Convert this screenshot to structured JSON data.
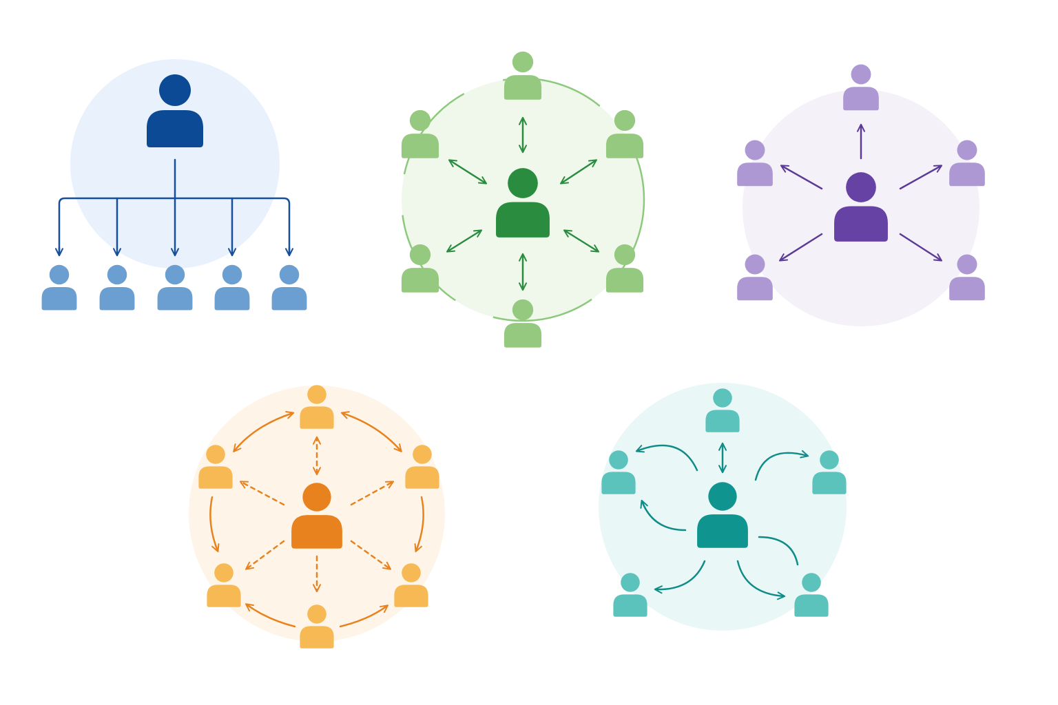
{
  "diagrams": [
    {
      "id": "hierarchy",
      "name": "top-down-hierarchy-diagram",
      "colors": {
        "bg": "#e9f2fc",
        "center": "#0d4a96",
        "member": "#6b9fd1",
        "arrow": "#154f9c"
      },
      "member_count": 5,
      "arrow_style": "one-way-down"
    },
    {
      "id": "hub-two-way",
      "name": "two-way-hub-diagram",
      "colors": {
        "bg": "#f0f8ec",
        "center": "#2a8c3e",
        "member": "#95c97f",
        "arrow": "#2a8c3e",
        "ring": "#8cc97c"
      },
      "member_count": 6,
      "arrow_style": "bidirectional-solid"
    },
    {
      "id": "broadcast",
      "name": "one-way-broadcast-diagram",
      "colors": {
        "bg": "#f4f1f9",
        "center": "#6742a5",
        "member": "#ae98d3",
        "arrow": "#5b3b98"
      },
      "member_count": 5,
      "arrow_style": "one-way-out"
    },
    {
      "id": "all-channel",
      "name": "all-channel-network-diagram",
      "colors": {
        "bg": "#fef5e8",
        "center": "#e8821f",
        "member": "#f7b954",
        "arrow": "#e8821f"
      },
      "member_count": 6,
      "arrow_style": "dashed-hub-and-ring"
    },
    {
      "id": "informal",
      "name": "curved-informal-network-diagram",
      "colors": {
        "bg": "#eaf7f7",
        "center": "#0f9490",
        "member": "#5cc3bc",
        "arrow": "#0f8c88"
      },
      "member_count": 5,
      "arrow_style": "curved-one-way"
    }
  ]
}
